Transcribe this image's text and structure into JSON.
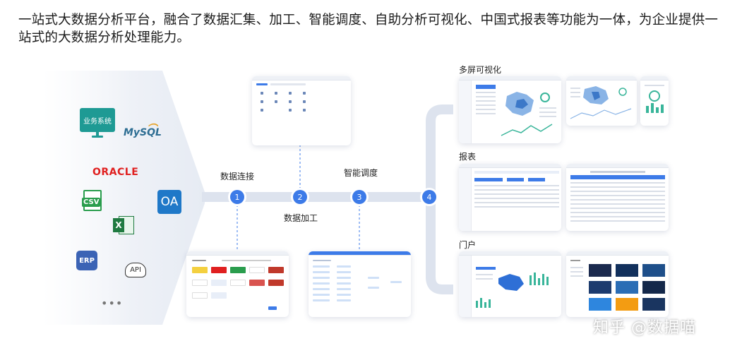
{
  "headline": "一站式大数据分析平台，融合了数据汇集、加工、智能调度、自助分析可视化、中国式报表等功能为一体，为企业提供一站式的大数据分析处理能力。",
  "sources": {
    "business_system": "业务系统",
    "mysql": "MySQL",
    "oracle": "ORACLE",
    "csv": "CSV",
    "excel": "X",
    "erp": "ERP",
    "api": "API",
    "oa": "OA",
    "more": "•••"
  },
  "stages": [
    {
      "num": "1",
      "label": "数据连接"
    },
    {
      "num": "2",
      "label": "数据加工"
    },
    {
      "num": "3",
      "label": "智能调度"
    },
    {
      "num": "4",
      "label": ""
    }
  ],
  "outputs": {
    "multi_screen": "多屏可视化",
    "report": "报表",
    "portal": "门户"
  },
  "colors": {
    "accent": "#3d7be8",
    "pipe": "#dde3ee",
    "oracle_red": "#e02020",
    "excel_green": "#1f7a40"
  },
  "watermark": "知乎 @数据喵"
}
